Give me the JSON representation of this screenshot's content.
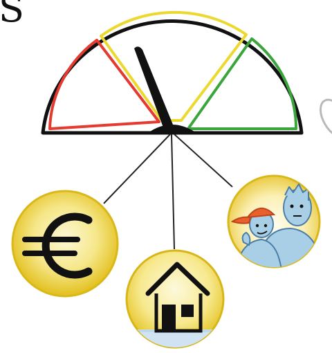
{
  "corner_text": "S",
  "gauge": {
    "segments": [
      "red",
      "yellow",
      "green"
    ],
    "needle_points_to": "yellow"
  },
  "colors": {
    "red": "#e43a30",
    "yellow": "#ecd930",
    "green": "#3aa53a",
    "coin_gold": "#e9c92a",
    "coin_light": "#faf2b8",
    "outline": "#111111",
    "person_blue": "#a9cfe6",
    "cap_red": "#e8612a",
    "ground_blue": "#cfe3f2"
  },
  "icons": [
    "euro-icon",
    "house-icon",
    "people-icon"
  ]
}
